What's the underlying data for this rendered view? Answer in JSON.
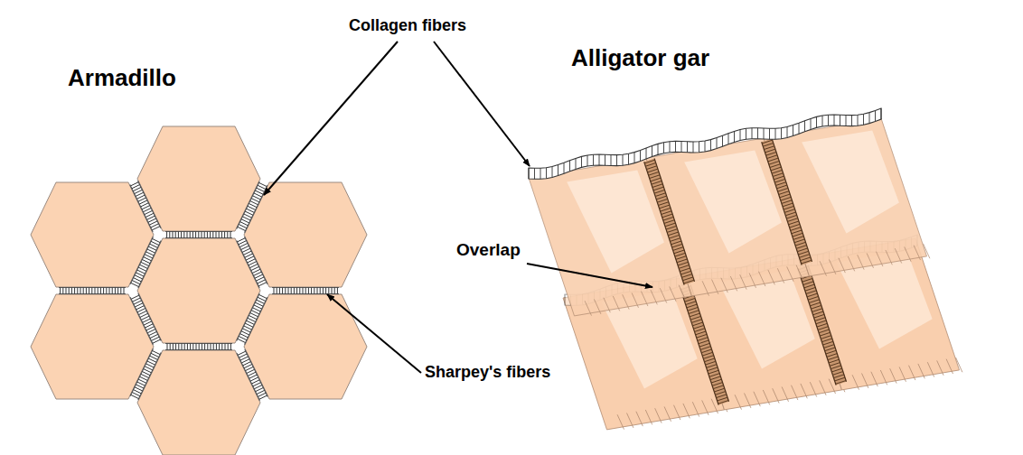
{
  "diagram": {
    "labels": [
      "Armadillo",
      "Alligator gar",
      "Collagen fibers",
      "Overlap",
      "Sharpey's fibers"
    ]
  }
}
